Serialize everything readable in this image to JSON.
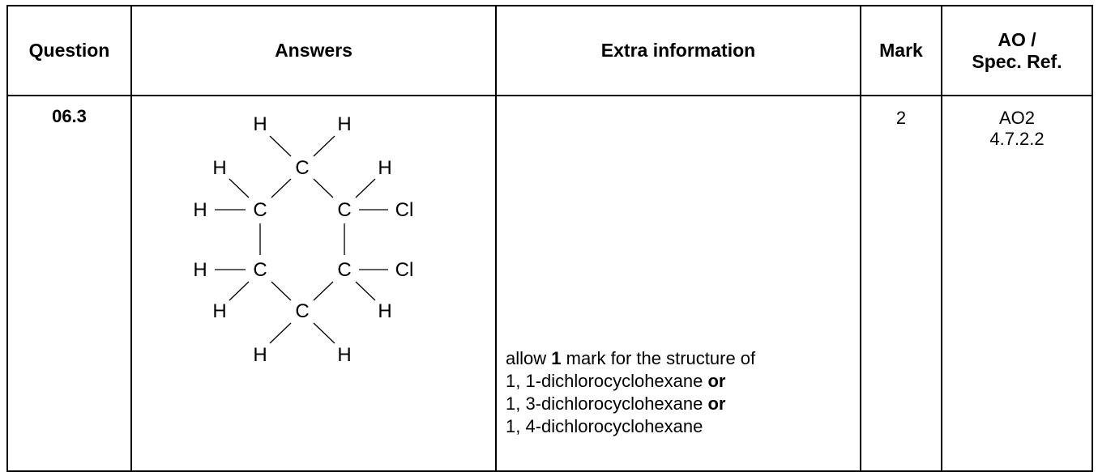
{
  "headers": {
    "question": "Question",
    "answers": "Answers",
    "extra": "Extra information",
    "mark": "Mark",
    "ao_line1": "AO /",
    "ao_line2": "Spec. Ref."
  },
  "row": {
    "question": "06.3",
    "mark": "2",
    "ao_line1": "AO2",
    "ao_line2": "4.7.2.2",
    "extra": {
      "line1_pre": "allow ",
      "line1_bold": "1",
      "line1_post": " mark for the structure of",
      "line2_text": "1, 1-dichlorocyclohexane ",
      "line2_bold": "or",
      "line3_text": "1, 3-dichlorocyclohexane ",
      "line3_bold": "or",
      "line4_text": "1, 4-dichlorocyclohexane"
    }
  },
  "structure": {
    "name_hidden": "",
    "atoms": {
      "h": "H",
      "c": "C",
      "cl": "Cl"
    }
  }
}
